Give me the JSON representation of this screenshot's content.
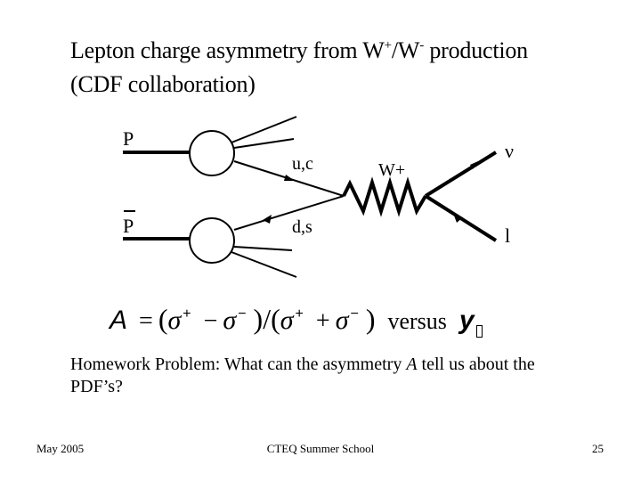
{
  "slide": {
    "title": {
      "line1_prefix": "Lepton charge asymmetry from W",
      "w_plus_sup": "+",
      "slash": "/W",
      "w_minus_sup": "-",
      "line1_suffix": " production",
      "line2": "(CDF collaboration)"
    },
    "diagram": {
      "proton_label": "P",
      "antiproton_label": "P",
      "quark_label": "u,c",
      "antiquark_label": "d,s",
      "boson_label": "W+",
      "neutrino_label": "ν",
      "lepton_label": "l"
    },
    "formula": {
      "A": "A",
      "equals": "=",
      "open1": "(",
      "sigma": "σ",
      "plus_sup": "+",
      "minus_op": "−",
      "minus_sup": "−",
      "close1": ")",
      "divide": "/",
      "open2": "(",
      "plus_op": "+",
      "close2": ")",
      "versus": "versus",
      "y": "y"
    },
    "homework": {
      "prefix": "Homework Problem: What can the asymmetry ",
      "var": "A",
      "suffix": " tell us about the PDF’s?"
    },
    "footer": {
      "date": "May 2005",
      "event": "CTEQ Summer School",
      "page_number": "25"
    }
  }
}
